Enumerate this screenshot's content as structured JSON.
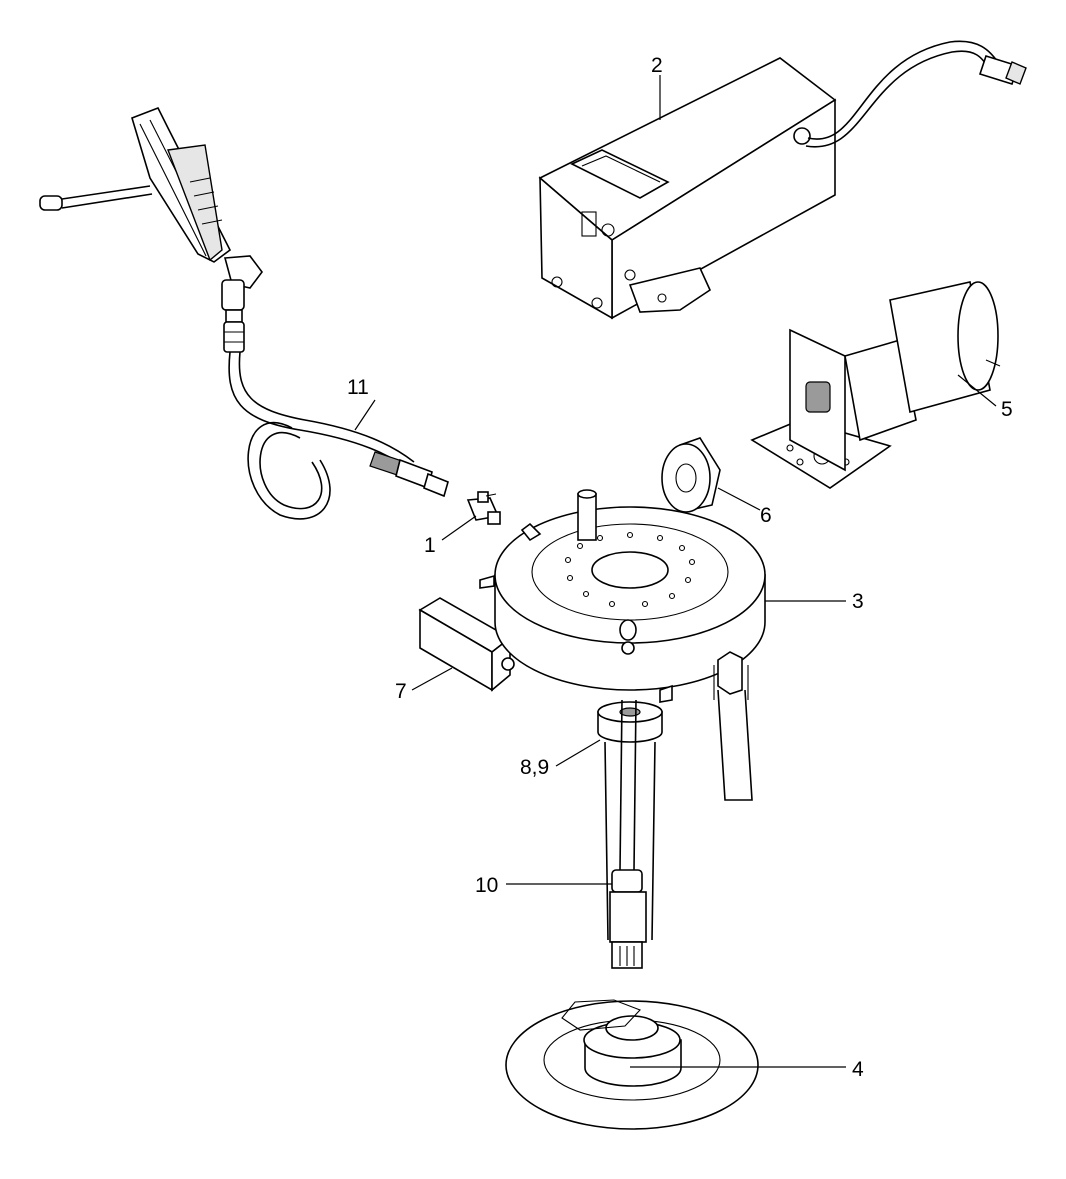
{
  "callouts": [
    {
      "id": "1",
      "label": "1"
    },
    {
      "id": "2",
      "label": "2"
    },
    {
      "id": "3",
      "label": "3"
    },
    {
      "id": "4",
      "label": "4"
    },
    {
      "id": "5",
      "label": "5"
    },
    {
      "id": "6",
      "label": "6"
    },
    {
      "id": "7",
      "label": "7"
    },
    {
      "id": "8-9",
      "label": "8,9"
    },
    {
      "id": "10",
      "label": "10"
    },
    {
      "id": "11",
      "label": "11"
    }
  ]
}
